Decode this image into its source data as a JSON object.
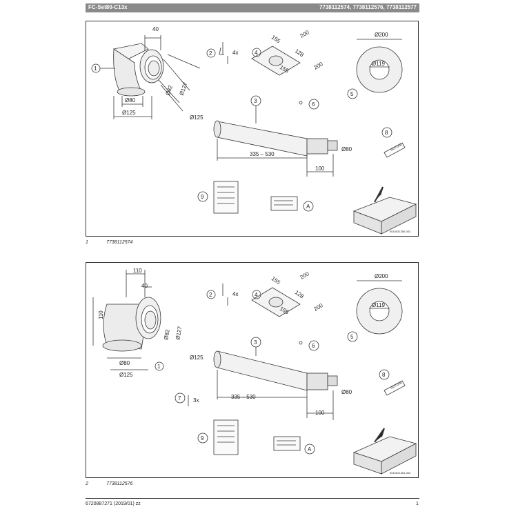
{
  "header": {
    "title": "FC-Set80-C13x",
    "article_numbers": "7738112574, 7738112576, 7738112577"
  },
  "figure1": {
    "caption_number": "1",
    "caption_text": "7738112574",
    "ref_code": "0010021350-002",
    "labels": {
      "d40": "40",
      "d80": "Ø80",
      "d125": "Ø125",
      "d82": "Ø82",
      "d127": "Ø127",
      "c1": "1",
      "c2": "2",
      "qty2": "4x",
      "c3": "3",
      "c4": "4",
      "s155a": "155",
      "s200a": "200",
      "s128": "128",
      "s155b": "155",
      "s200b": "200",
      "c5": "5",
      "ro200": "Ø200",
      "ro119": "Ø119",
      "c6": "6",
      "c8": "8",
      "p125": "Ø125",
      "plen": "335 – 530",
      "p100": "100",
      "p80": "Ø80",
      "c9": "9",
      "cA": "A",
      "tube": "SILICONE"
    }
  },
  "figure2": {
    "caption_number": "2",
    "caption_text": "7738112576",
    "ref_code": "0010021351-002",
    "labels": {
      "d110a": "110",
      "d40": "40",
      "d110b": "110",
      "d80": "Ø80",
      "d125": "Ø125",
      "d82": "Ø82",
      "d127": "Ø127",
      "c1": "1",
      "c2": "2",
      "qty2": "4x",
      "c3": "3",
      "c4": "4",
      "s155a": "155",
      "s200a": "200",
      "s128": "128",
      "s155b": "155",
      "s200b": "200",
      "c5": "5",
      "ro200": "Ø200",
      "ro119": "Ø119",
      "c6": "6",
      "c7": "7",
      "qty7": "3x",
      "c8": "8",
      "p125": "Ø125",
      "plen": "335 – 530",
      "p100": "100",
      "p80": "Ø80",
      "c9": "9",
      "cA": "A",
      "tube": "SILICONE"
    }
  },
  "footer": {
    "doc_number": "6720887271 (2019/01) zz",
    "page": "1"
  }
}
